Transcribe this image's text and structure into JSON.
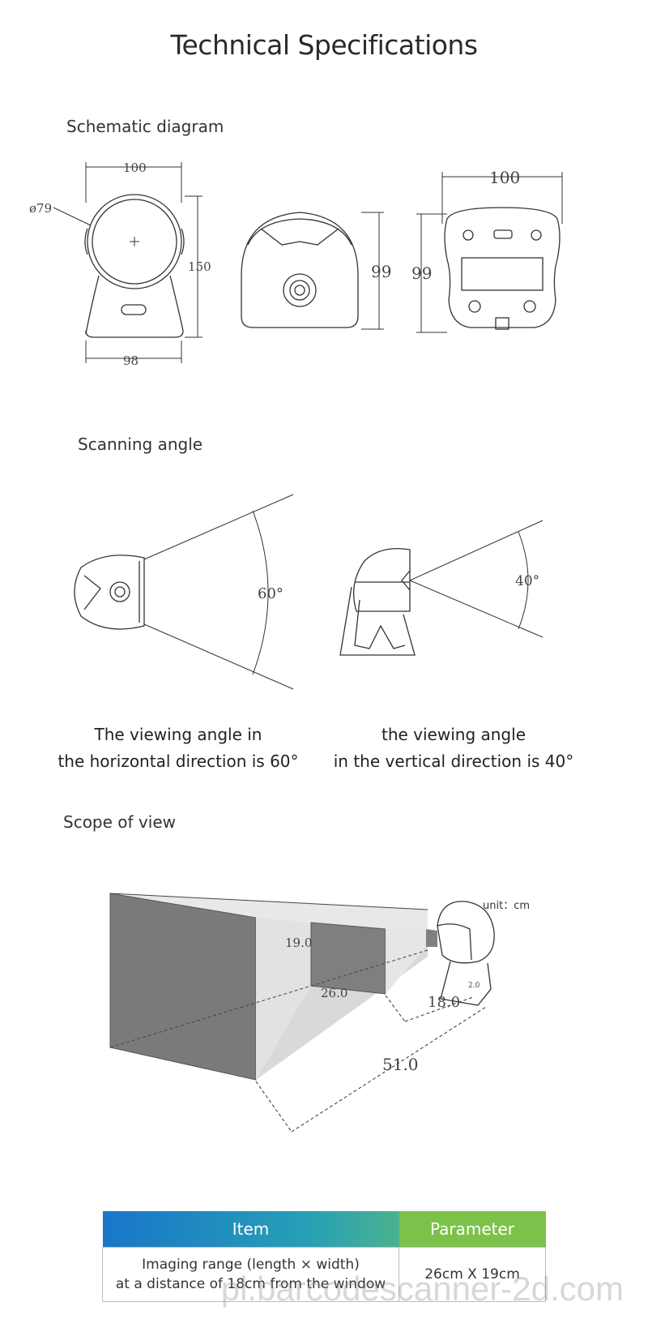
{
  "page_title": "Technical Specifications",
  "schematic": {
    "heading": "Schematic diagram",
    "dims": {
      "d1": "100",
      "d2": "ø79",
      "d3": "150",
      "d4": "98",
      "d5": "99",
      "d6": "100",
      "d7": "99"
    }
  },
  "scanning": {
    "heading": "Scanning angle",
    "angle_h": "60°",
    "angle_v": "40°",
    "caption_h": [
      "The viewing angle in",
      "the horizontal direction is 60°"
    ],
    "caption_v": [
      "the viewing angle",
      "in the vertical direction is 40°"
    ]
  },
  "scope": {
    "heading": "Scope of view",
    "unit": "unit：cm",
    "dims": {
      "h": "19.0",
      "w": "26.0",
      "d1": "18.0",
      "d2": "2.0",
      "d3": "51.0"
    }
  },
  "table": {
    "headers": [
      "Item",
      "Parameter"
    ],
    "rows": [
      {
        "item": [
          "Imaging range (length × width)",
          "at a distance of 18cm from the window"
        ],
        "param": "26cm X 19cm"
      }
    ]
  },
  "watermark": "pl.barcodescanner-2d.com"
}
